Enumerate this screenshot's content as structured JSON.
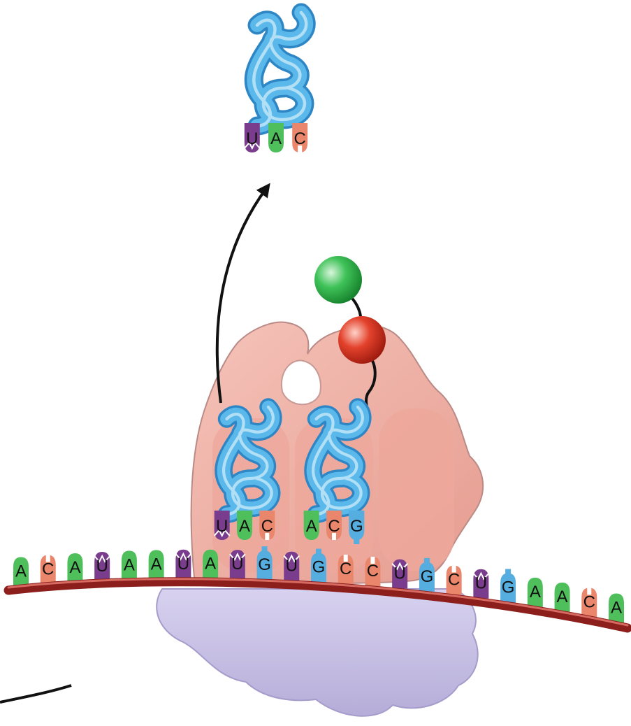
{
  "colors": {
    "A": "#4fbf5c",
    "C": "#e9866b",
    "G": "#56aee0",
    "U": "#7a3c8c",
    "ribosome_large": "#f1b2a8",
    "ribosome_small": "#c9c2e6",
    "mrna_strand": "#b2322e",
    "trna": "#5ab8ea",
    "amino_acid_green": "#2fb24a",
    "amino_acid_red": "#d8301f",
    "arrow": "#111111"
  },
  "mrna": {
    "bases": [
      "A",
      "C",
      "A",
      "U",
      "A",
      "A",
      "U",
      "A",
      "U",
      "G",
      "U",
      "G",
      "C",
      "C",
      "U",
      "G",
      "C",
      "U",
      "G",
      "A",
      "A",
      "C",
      "A"
    ]
  },
  "trna_released": {
    "anticodon": [
      "U",
      "A",
      "C"
    ]
  },
  "trna_p_site": {
    "anticodon": [
      "U",
      "A",
      "C"
    ]
  },
  "trna_a_site": {
    "anticodon": [
      "A",
      "C",
      "G"
    ]
  }
}
